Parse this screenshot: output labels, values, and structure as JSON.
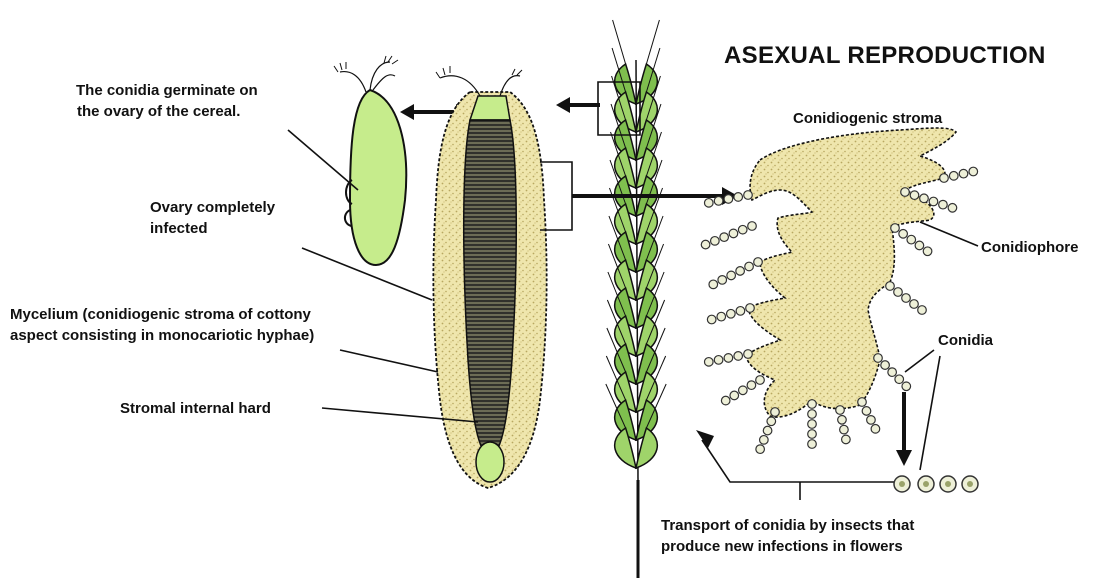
{
  "title": "ASEXUAL REPRODUCTION",
  "labels": {
    "conidia_germinate_l1": "The conidia germinate on",
    "conidia_germinate_l2": "the ovary of the cereal.",
    "ovary_infected_l1": "Ovary completely",
    "ovary_infected_l2": "infected",
    "mycelium_l1": "Mycelium (conidiogenic stroma of cottony",
    "mycelium_l2": "aspect consisting in monocariotic hyphae)",
    "stromal": "Stromal internal hard",
    "conidiogenic_stroma": "Conidiogenic stroma",
    "conidiophore": "Conidiophore",
    "conidia": "Conidia",
    "transport_l1": "Transport of conidia by insects that",
    "transport_l2": "produce new infections in flowers"
  },
  "colors": {
    "ovary_green": "#c6ec8c",
    "stroma_tan": "#efe6ad",
    "stroma_speckle": "#b8a861",
    "ink": "#111111",
    "spikelet_green": "#9fd46a"
  }
}
